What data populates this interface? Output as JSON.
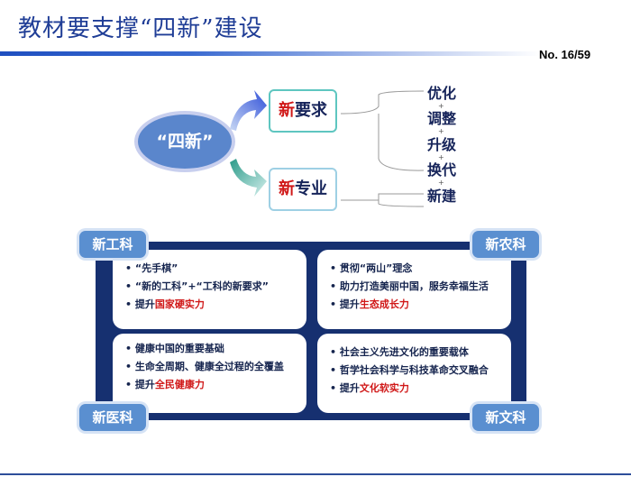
{
  "header": {
    "title": "教材要支撑“四新”建设",
    "page_number": "No. 16/59"
  },
  "diagram": {
    "center": "“四新”",
    "box1": {
      "highlight": "新",
      "rest": "要求"
    },
    "box2": {
      "highlight": "新",
      "rest": "专业"
    },
    "words": [
      "优化",
      "调整",
      "升级",
      "换代",
      "新建"
    ],
    "separator": "+"
  },
  "quadrants": {
    "engineering": {
      "tag": "新工科",
      "items": [
        "“先手棋”",
        "“新的工科”+“工科的新要求”"
      ],
      "last_prefix": "提升",
      "last_highlight": "国家硬实力"
    },
    "agriculture": {
      "tag": "新农科",
      "items": [
        "贯彻“两山”理念",
        "助力打造美丽中国，服务幸福生活"
      ],
      "last_prefix": "提升",
      "last_highlight": "生态成长力"
    },
    "medicine": {
      "tag": "新医科",
      "items": [
        "健康中国的重要基础",
        "生命全周期、健康全过程的全覆盖"
      ],
      "last_prefix": "提升",
      "last_highlight": "全民健康力"
    },
    "liberal_arts": {
      "tag": "新文科",
      "items": [
        "社会主义先进文化的重要载体",
        "哲学社会科学与科技革命交叉融合"
      ],
      "last_prefix": "提升",
      "last_highlight": "文化软实力"
    }
  }
}
